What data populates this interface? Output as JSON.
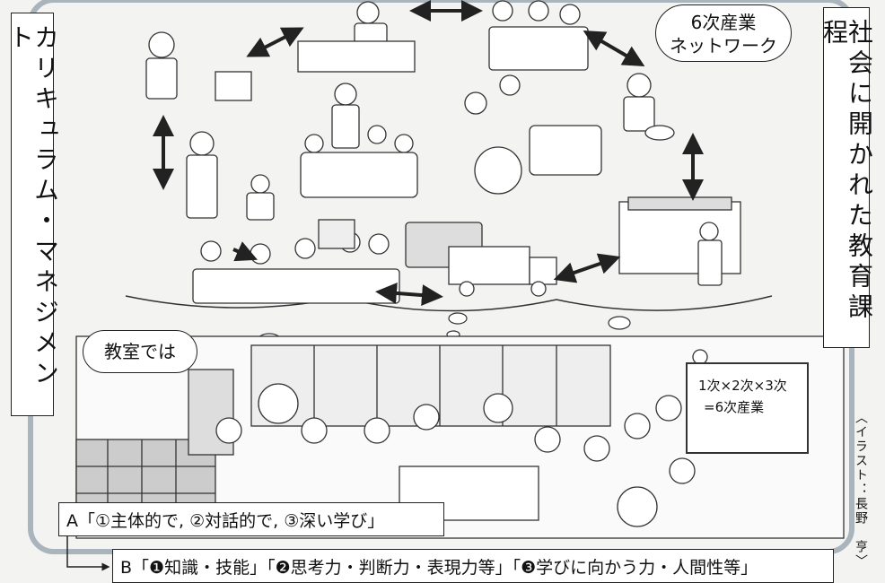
{
  "left_label": "カリキュラム・マネジメント",
  "right_label": "社会に開かれた教育課程",
  "network_bubble": [
    "6次産業",
    "ネットワーク"
  ],
  "classroom_bubble": "教室では",
  "blackboard": [
    "1次×2次×3次",
    "=6次産業"
  ],
  "credit": "〈イラスト：長野　亨〉",
  "label_a": "A「①主体的で, ②対話的で, ③深い学び」",
  "label_b": "B「❶知識・技能」「❷思考力・判断力・表現力等」「❸学びに向かう力・人間性等」"
}
